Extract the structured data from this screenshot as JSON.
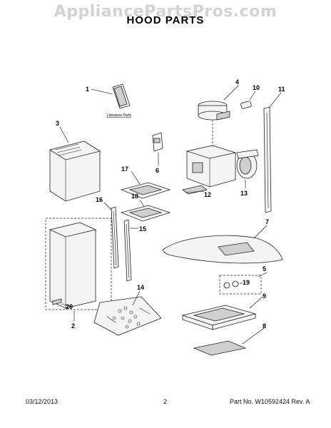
{
  "watermark": "AppliancePartsPros.com",
  "title": "HOOD PARTS",
  "literature_label": "Literature Parts",
  "callouts": {
    "c1": "1",
    "c2": "2",
    "c3": "3",
    "c4": "4",
    "c5": "5",
    "c6": "6",
    "c7": "7",
    "c8": "8",
    "c9": "9",
    "c10": "10",
    "c11": "11",
    "c12": "12",
    "c13": "13",
    "c14": "14",
    "c15": "15",
    "c16": "16",
    "c17": "17",
    "c18": "18",
    "c19": "19",
    "c20": "20"
  },
  "footer": {
    "date": "03/12/2013",
    "page": "2",
    "part_info": "Part No. W10592424  Rev. A"
  }
}
